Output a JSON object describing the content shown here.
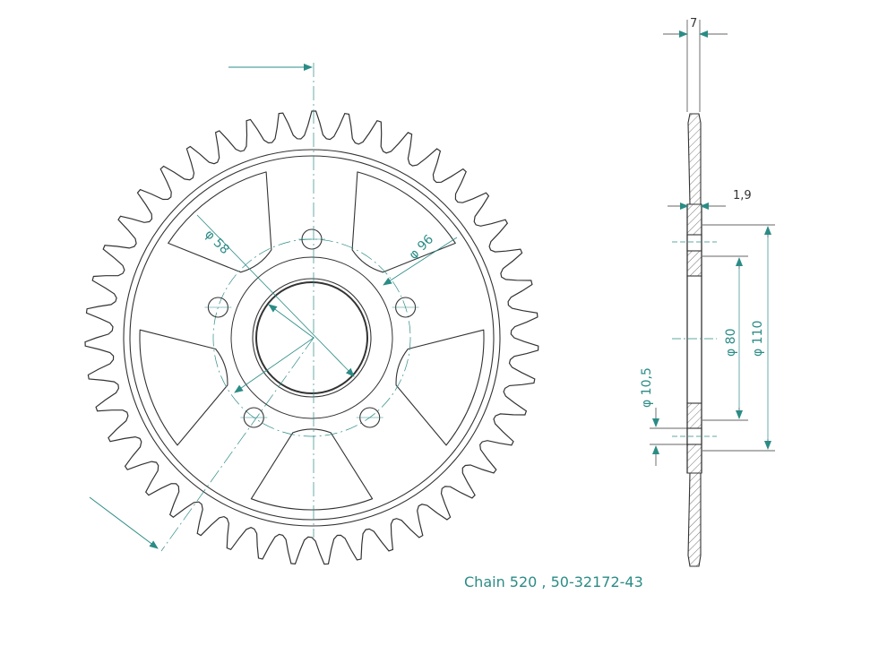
{
  "drawing": {
    "caption": "Chain 520 , 50-32172-43",
    "teeth": 43,
    "bolt_holes": 5,
    "accent_color": "#2b8c86",
    "line_color": "#333333",
    "dims": {
      "hole_dia": "φ 58",
      "pcd_dia": "φ 96",
      "thickness": "7",
      "tooth_thk": "1,9",
      "bore_80": "φ 80",
      "outer_110": "φ 110",
      "bolt_dia": "φ 10,5"
    }
  }
}
